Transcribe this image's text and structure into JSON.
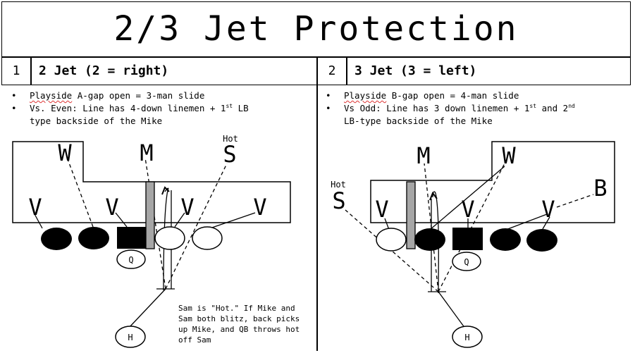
{
  "title": "2/3 Jet Protection",
  "left": {
    "number": "1",
    "heading": "2 Jet (2 = right)",
    "bullets": [
      {
        "pre": "",
        "squiggle": "Playside",
        "post": " A-gap open = 3-man slide"
      },
      {
        "pre": "Vs. Even: Line has 4-down linemen + 1",
        "sup": "st",
        "post": " LB"
      },
      {
        "pre": "type backside of the Mike"
      }
    ],
    "labels": {
      "W": "W",
      "M": "M",
      "S": "S",
      "hot": "Hot",
      "V": "V",
      "Q": "Q",
      "H": "H"
    },
    "note": "Sam is \"Hot.\" If Mike and Sam both blitz, back picks up Mike, and QB throws hot off Sam"
  },
  "right": {
    "number": "2",
    "heading": "3 Jet (3 = left)",
    "bullets": [
      {
        "pre": "",
        "squiggle": "Playside",
        "post": " B-gap open = 4-man slide"
      },
      {
        "pre": "Vs Odd: Line has 3 down linemen + 1",
        "sup": "st",
        "mid": " and 2",
        "sup2": "nd"
      },
      {
        "pre": "LB-type backside of the Mike"
      }
    ],
    "labels": {
      "M": "M",
      "W": "W",
      "B": "B",
      "S": "S",
      "hot": "Hot",
      "V": "V",
      "Q": "Q",
      "H": "H"
    }
  },
  "bullet_glyph": "•"
}
